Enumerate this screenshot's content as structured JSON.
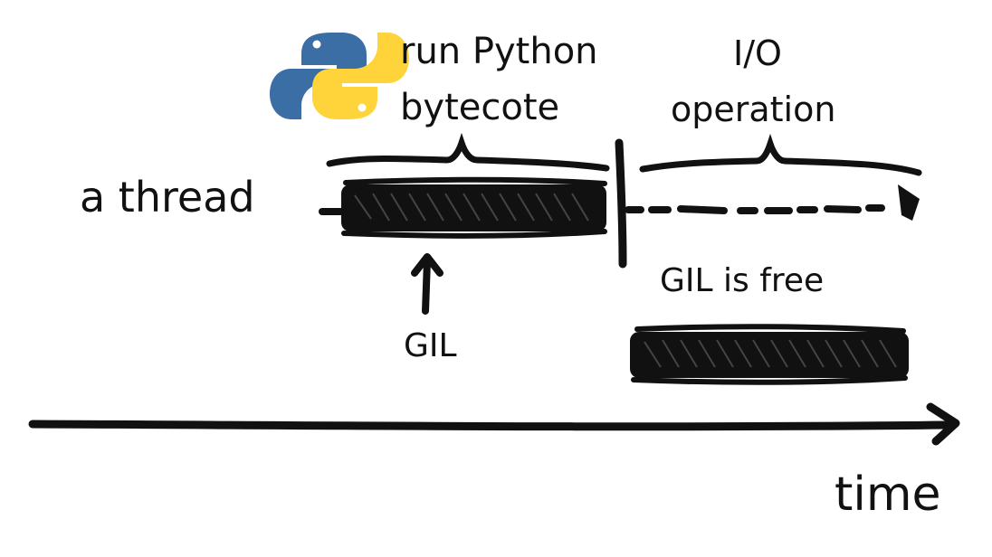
{
  "diagram": {
    "thread_label": "a thread",
    "run_bytecode_line1": "run Python",
    "run_bytecode_line2": "bytecote",
    "io_line1": "I/O",
    "io_line2": "operation",
    "gil_label": "GIL",
    "gil_free_label": "GIL is free",
    "time_label": "time",
    "python_logo_colors": {
      "blue": "#3a6ea5",
      "yellow": "#ffd43b"
    }
  }
}
